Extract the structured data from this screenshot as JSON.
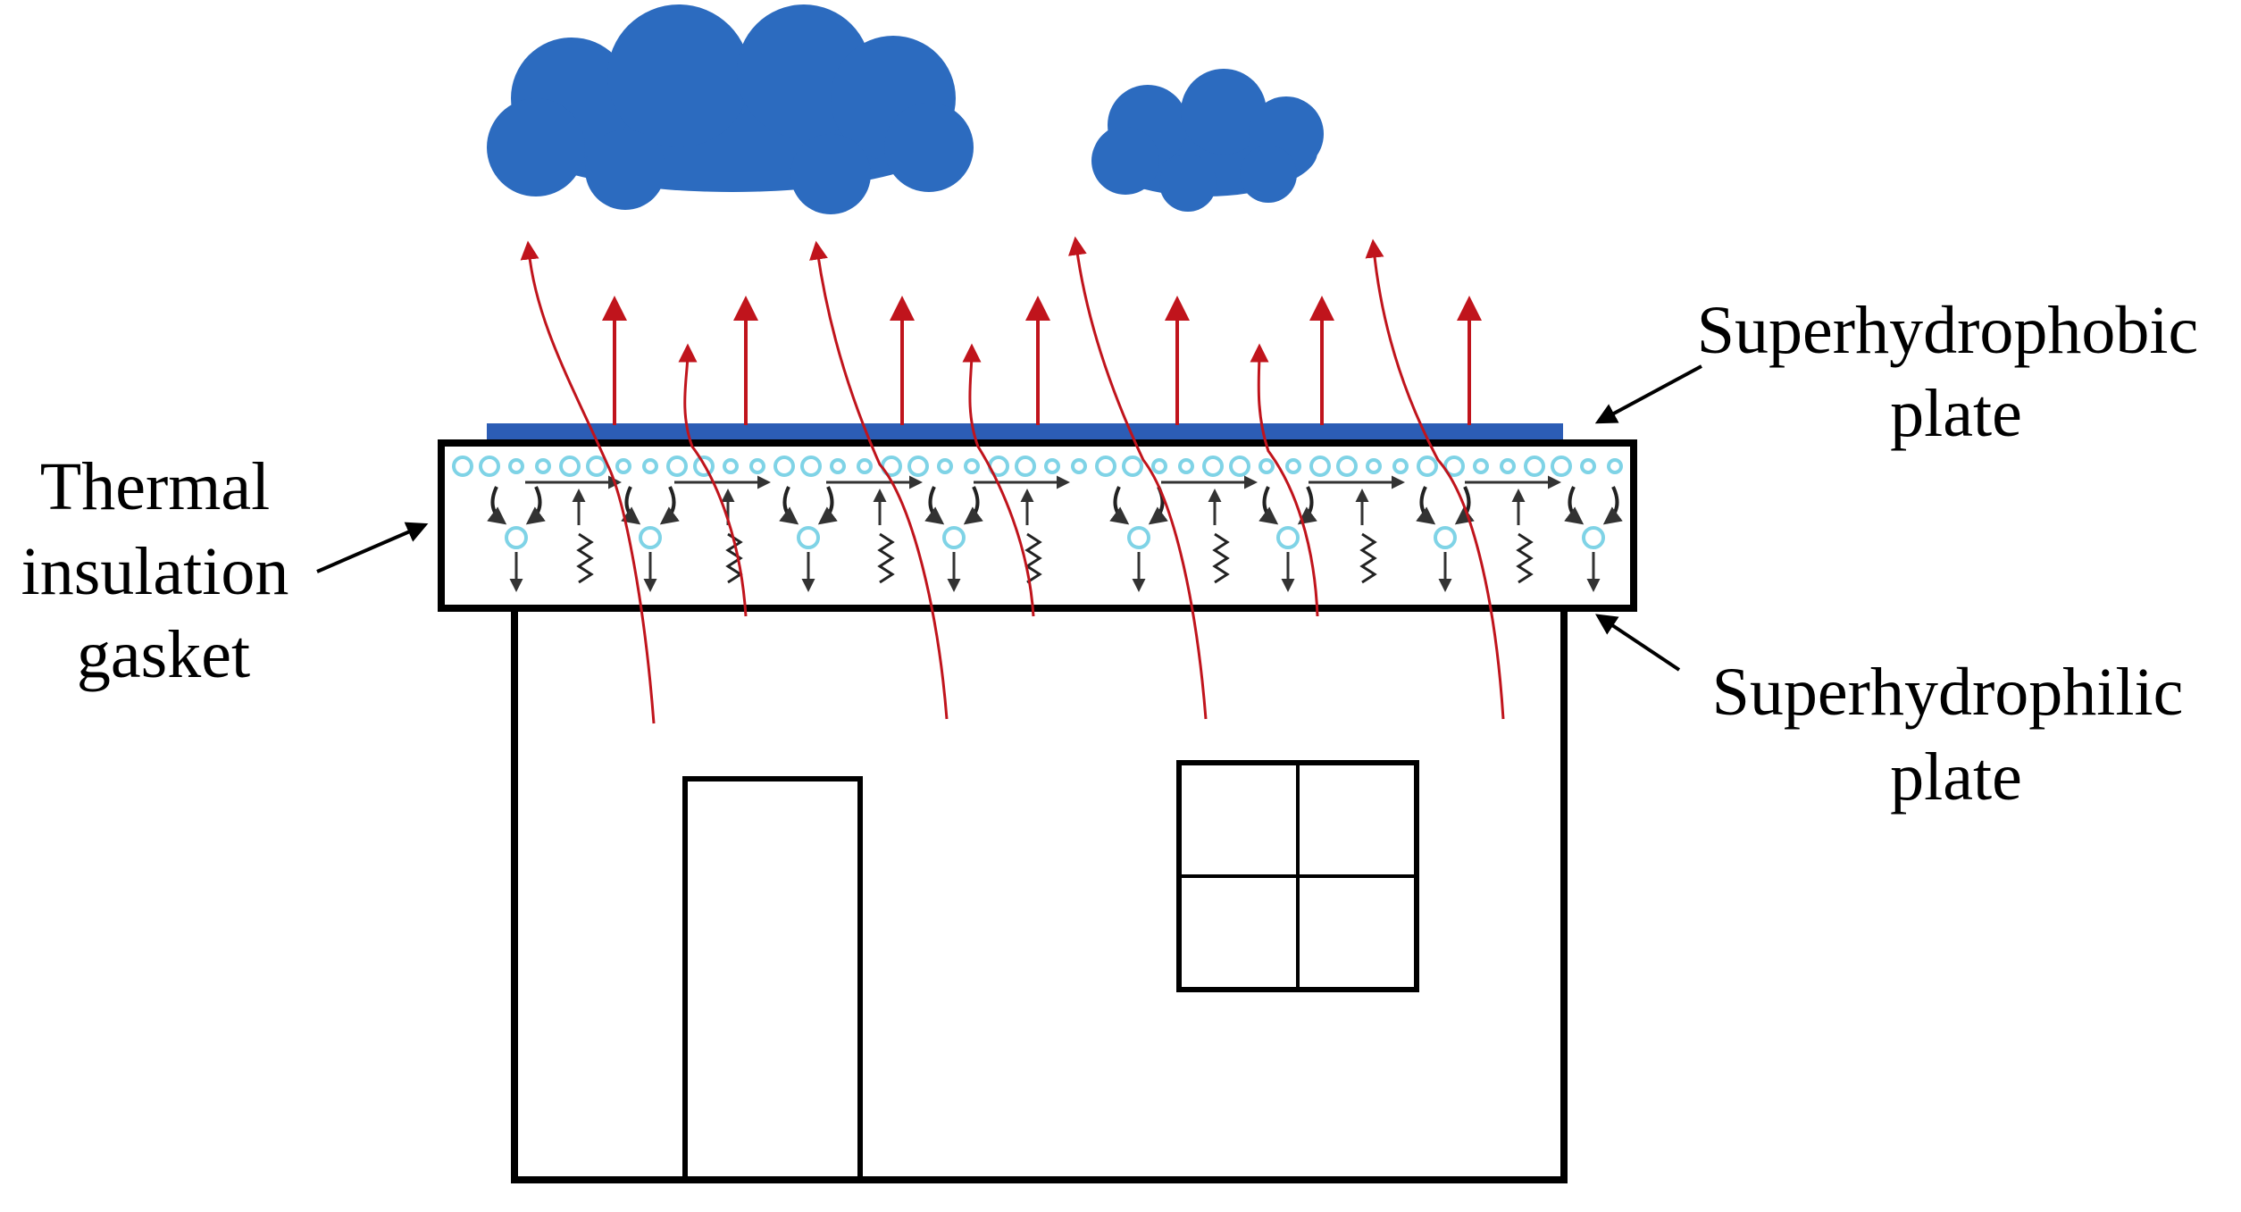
{
  "labels": {
    "superhydrophobic_line1": "Superhydrophobic",
    "superhydrophobic_line2": "plate",
    "superhydrophilic_line1": "Superhydrophilic",
    "superhydrophilic_line2": "plate",
    "thermal_line1": "Thermal",
    "thermal_line2": "insulation",
    "thermal_line3": "gasket"
  },
  "colors": {
    "cloud": "#2c6bbf",
    "superhydrophobic_plate": "#2c5db5",
    "heat_arrow": "#c0141c",
    "particle": "#7fd3e6",
    "outline": "#000000"
  }
}
